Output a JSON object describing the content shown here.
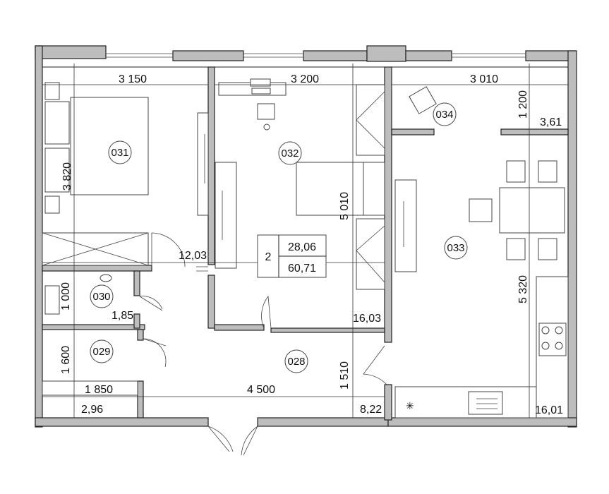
{
  "rooms": [
    {
      "id": "031",
      "area": "12,03"
    },
    {
      "id": "032",
      "area": "16,03"
    },
    {
      "id": "033",
      "area": "16,01"
    },
    {
      "id": "034",
      "area": "3,61"
    },
    {
      "id": "030",
      "area": "1,85"
    },
    {
      "id": "029",
      "area": "2,96"
    },
    {
      "id": "028",
      "area": "8,22"
    }
  ],
  "dimensions": {
    "bedroom_width": "3 150",
    "room032_width": "3 200",
    "balcony_width": "3 010",
    "balcony_depth": "1 200",
    "bedroom_depth": "3 820",
    "room032_depth": "5 010",
    "kitchen_depth": "5 320",
    "bath_depth": "1 000",
    "wc_depth": "1 600",
    "wc_width": "1 850",
    "hall_width": "4 500",
    "hall_depth": "1 510"
  },
  "summary": {
    "rooms_count": "2",
    "living_area": "28,06",
    "total_area": "60,71"
  },
  "colors": {
    "wall": "#bdbdbd",
    "line": "#222222"
  }
}
